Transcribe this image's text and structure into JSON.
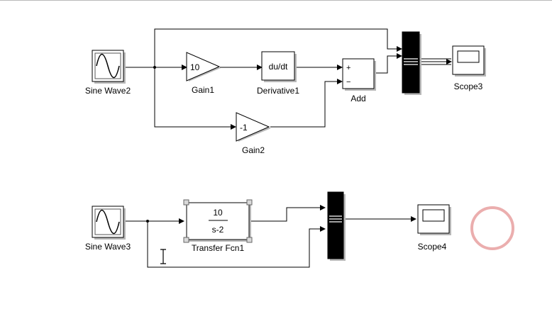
{
  "model": {
    "blocks": {
      "sine_wave2": {
        "label": "Sine Wave2"
      },
      "gain1": {
        "label": "Gain1",
        "value": "10"
      },
      "derivative1": {
        "label": "Derivative1",
        "value": "du/dt"
      },
      "add": {
        "label": "Add",
        "port_plus": "+",
        "port_minus": "−"
      },
      "gain2": {
        "label": "Gain2",
        "value": "-1"
      },
      "scope3": {
        "label": "Scope3"
      },
      "sine_wave3": {
        "label": "Sine Wave3"
      },
      "transfer_fcn1": {
        "label": "Transfer Fcn1",
        "numerator": "10",
        "denominator": "s-2"
      },
      "scope4": {
        "label": "Scope4"
      }
    }
  },
  "icons": {
    "sine": "sine-icon",
    "scope": "scope-screen-icon",
    "mux": "mux-bar-icon",
    "cursor": "text-cursor-icon",
    "click": "click-ring-icon"
  },
  "colors": {
    "wire": "#000000",
    "mux": "#000000",
    "click_ring": "#e8a0a0",
    "shadow": "#b8b8b8"
  }
}
